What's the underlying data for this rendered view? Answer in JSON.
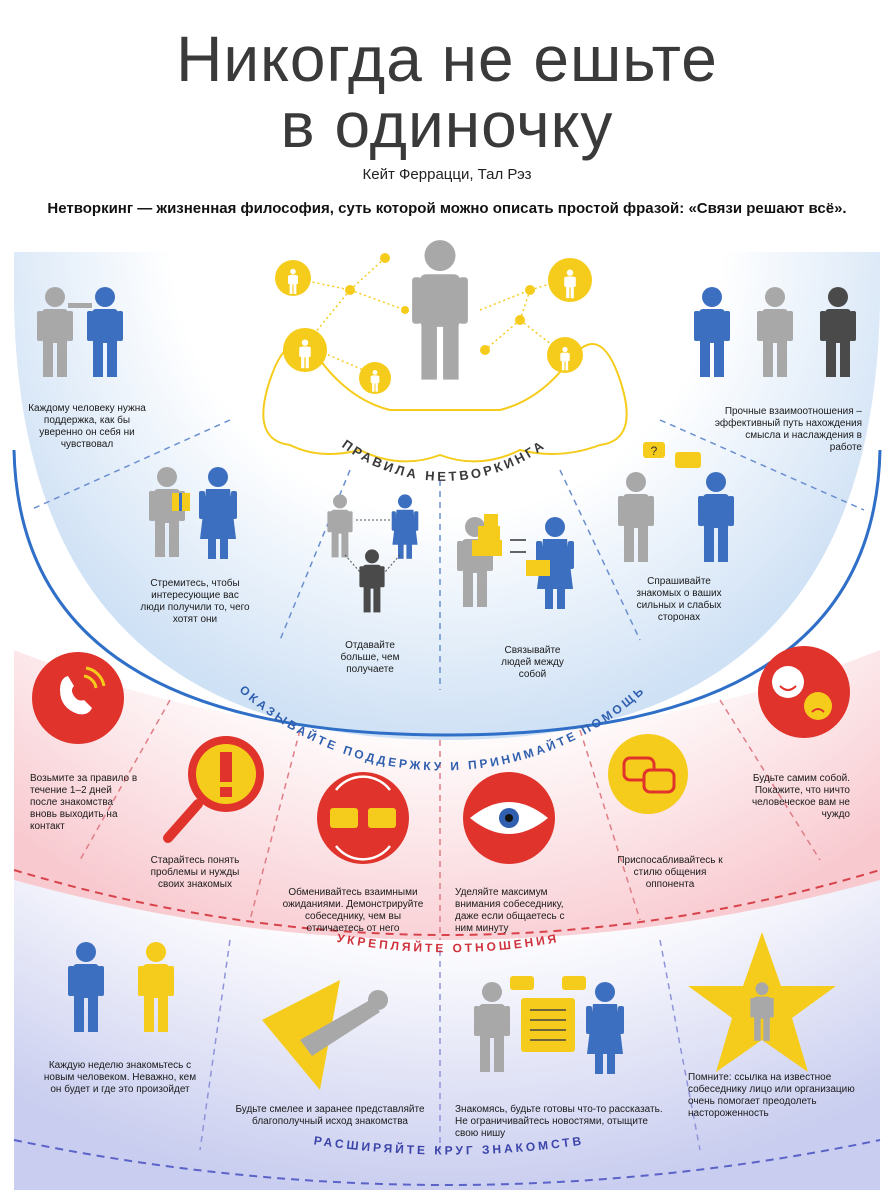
{
  "header": {
    "title_line1": "Никогда не ешьте",
    "title_line2": "в одиночку",
    "authors": "Кейт Феррацци, Тал Рэз",
    "lead": "Нетворкинг — жизненная философия, суть которой можно описать простой фразой: «Связи решают всё»."
  },
  "center_label": "ПРАВИЛА НЕТВОРКИНГА",
  "colors": {
    "blue": "#3d6fc0",
    "gray": "#a8a8a8",
    "dark": "#4a4a4a",
    "yellow": "#f6cc1c",
    "red": "#e0332b"
  },
  "band_blue": {
    "label": "ОКАЗЫВАЙТЕ ПОДДЕРЖКУ И ПРИНИМАЙТЕ ПОМОЩЬ",
    "items": [
      "Каждому человеку нужна поддержка, как бы уверенно он себя ни чувствовал",
      "Прочные взаимоотношения – эффективный путь нахождения смысла и наслаждения в работе",
      "Стремитесь, чтобы интересующие вас люди получили то, чего хотят они",
      "Отдавайте больше, чем получаете",
      "Связывайте людей между собой",
      "Спрашивайте знакомых о ваших сильных и слабых сторонах"
    ]
  },
  "band_red": {
    "label": "УКРЕПЛЯЙТЕ ОТНОШЕНИЯ",
    "items": [
      "Возьмите за правило в течение 1–2 дней после знакомства вновь выходить на контакт",
      "Старайтесь понять проблемы и нужды своих знакомых",
      "Обменивайтесь взаимными ожиданиями. Демонстрируйте собеседнику, чем вы отличаетесь от него",
      "Уделяйте максимум внимания собеседнику, даже если общаетесь с ним минуту",
      "Приспосабливайтесь к стилю общения оппонента",
      "Будьте самим собой. Покажите, что ничто человеческое вам не чуждо"
    ]
  },
  "band_violet": {
    "label": "РАСШИРЯЙТЕ КРУГ ЗНАКОМСТВ",
    "items": [
      "Каждую неделю знакомьтесь с новым человеком. Неважно, кем он будет и где это произойдет",
      "Будьте смелее и заранее представляйте благополучный исход знакомства",
      "Знакомясь, будьте готовы что-то рассказать. Не ограничивайтесь новостями, отыщите свою нишу",
      "Помните: ссылка на известное собеседнику лицо или организацию очень помогает преодолеть настороженность"
    ]
  }
}
